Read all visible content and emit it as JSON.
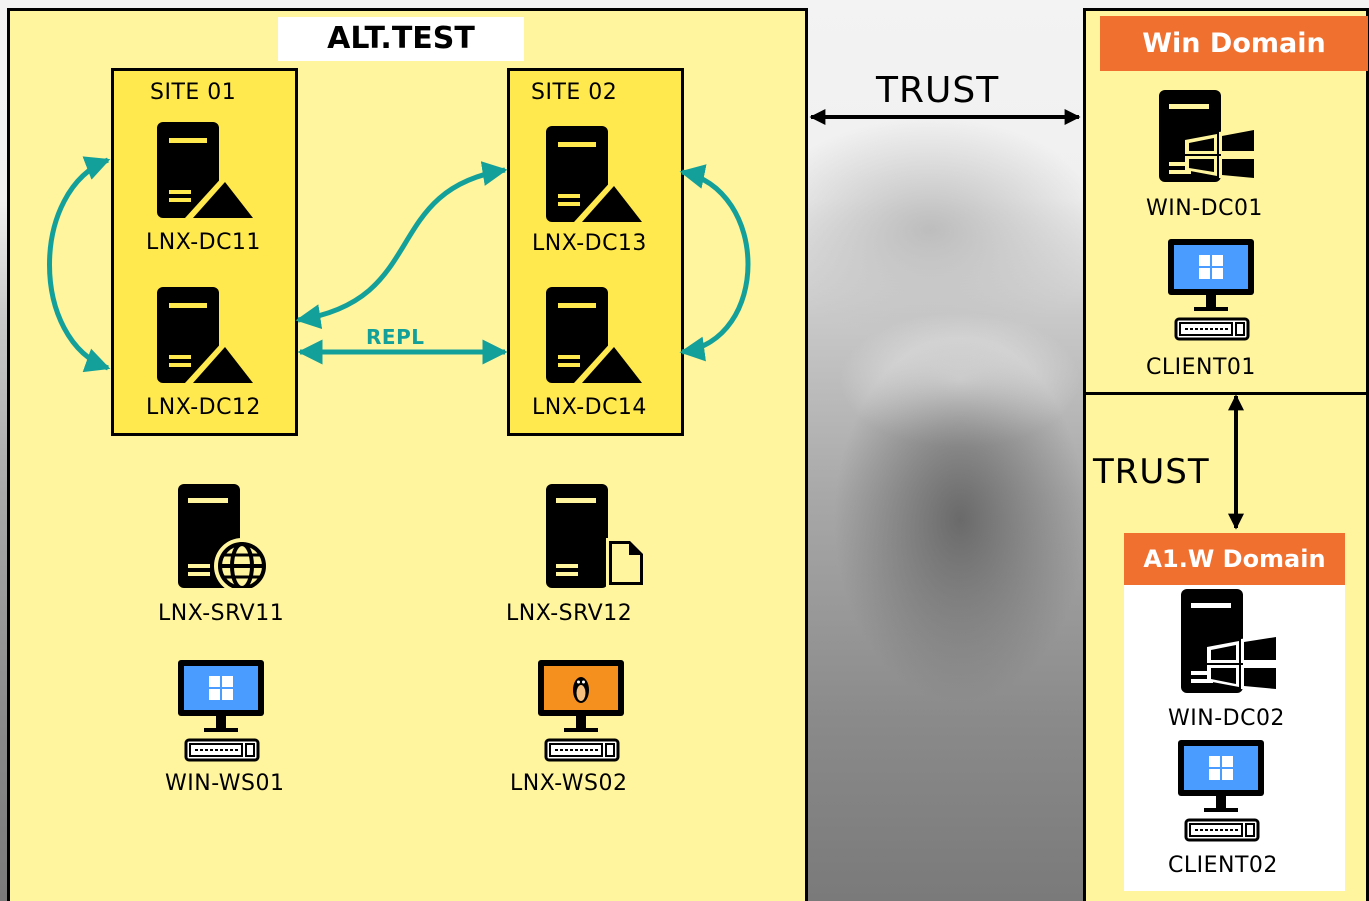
{
  "main_domain": {
    "title": "ALT.TEST"
  },
  "sites": [
    {
      "label": "SITE 01",
      "servers": [
        "LNX-DC11",
        "LNX-DC12"
      ]
    },
    {
      "label": "SITE 02",
      "servers": [
        "LNX-DC13",
        "LNX-DC14"
      ]
    }
  ],
  "repl_label": "REPL",
  "members": {
    "srv11": "LNX-SRV11",
    "srv12": "LNX-SRV12",
    "ws01": "WIN-WS01",
    "ws02": "LNX-WS02"
  },
  "trust_labels": {
    "top": "TRUST",
    "right": "TRUST"
  },
  "win_domain": {
    "title": "Win Domain",
    "dc": "WIN-DC01",
    "client": "CLIENT01"
  },
  "a1w_domain": {
    "title": "A1.W Domain",
    "dc": "WIN-DC02",
    "client": "CLIENT02"
  },
  "colors": {
    "panel": "#fff59e",
    "site": "#ffe94f",
    "accent": "#14a09a",
    "header": "#f07030"
  }
}
